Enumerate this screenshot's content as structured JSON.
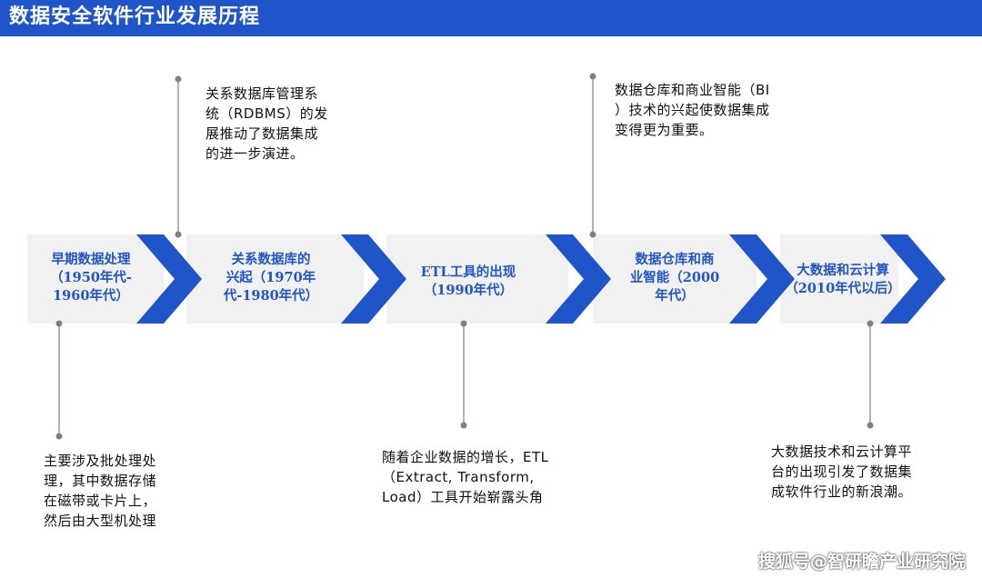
{
  "title": "数据安全软件行业发展历程",
  "colors": {
    "brand": "#1f55c8",
    "box": "#f1f1f1",
    "connector": "#808080"
  },
  "stages": [
    {
      "label": "早期数据处理\n（1950年代-\n1960年代）"
    },
    {
      "label": "关系数据库的\n兴起（1970年\n代-1980年代）"
    },
    {
      "label": "ETL工具的出现\n（1990年代）"
    },
    {
      "label": "数据仓库和商\n业智能（2000\n年代）"
    },
    {
      "label": "大数据和云计算\n（2010年代以后）"
    }
  ],
  "notes": {
    "stage1": "主要涉及批处理处\n理，其中数据存储\n在磁带或卡片上，\n然后由大型机处理",
    "stage2": "关系数据库管理系\n统（RDBMS）的发\n展推动了数据集成\n的进一步演进。",
    "stage3": "随着企业数据的增长，ETL\n（Extract, Transform,\nLoad）工具开始崭露头角",
    "stage4": "数据仓库和商业智能（BI\n）技术的兴起使数据集成\n变得更为重要。",
    "stage5": "大数据技术和云计算平\n台的出现引发了数据集\n成软件行业的新浪潮。"
  },
  "watermark": "搜狐号@智研瞻产业研究院"
}
